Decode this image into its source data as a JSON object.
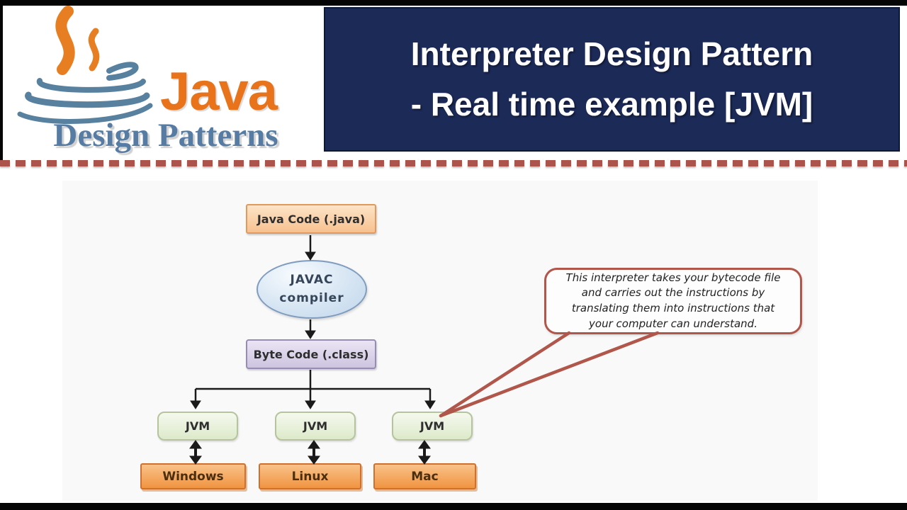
{
  "header": {
    "logo": {
      "brand": "Java",
      "subtitle": "Design Patterns"
    },
    "title_line1": "Interpreter Design Pattern",
    "title_line2": "- Real time example [JVM]"
  },
  "diagram": {
    "nodes": {
      "java_code": "Java Code (.java)",
      "compiler_line1": "JAVAC",
      "compiler_line2": "compiler",
      "byte_code": "Byte Code (.class)",
      "jvm_label": "JVM",
      "platforms": [
        "Windows",
        "Linux",
        "Mac"
      ]
    },
    "callout": {
      "lines": [
        "This interpreter takes your bytecode file",
        "and carries out the instructions by",
        "translating them into instructions that",
        "your computer can understand."
      ]
    }
  },
  "colors": {
    "banner_navy": "#1c2a58",
    "dash_red": "#ac544b",
    "callout_border": "#b0564a",
    "java_orange": "#e8731a",
    "logo_blue": "#567ca4",
    "arrow_black": "#1a1a1a"
  }
}
